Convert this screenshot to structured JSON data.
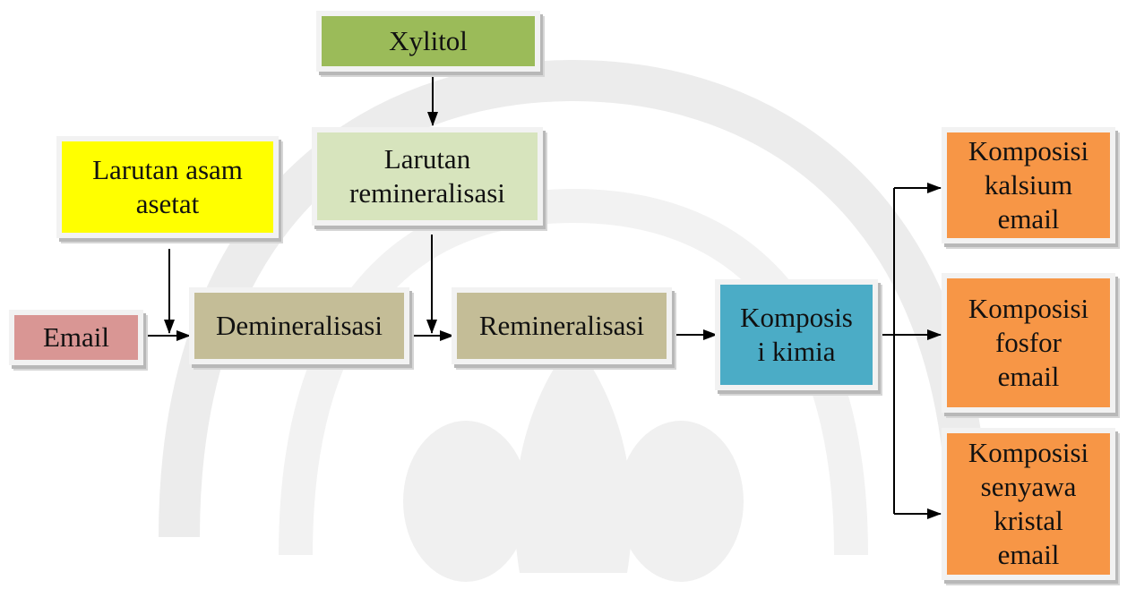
{
  "nodes": {
    "xylitol": {
      "label": "Xylitol",
      "color": "#9bbb59"
    },
    "larutan_asam_asetat": {
      "label": "Larutan asam\nasetat",
      "color": "#ffff00"
    },
    "larutan_remineralisasi": {
      "label": "Larutan\nremineralisasi",
      "color": "#d7e4bd"
    },
    "email": {
      "label": "Email",
      "color": "#d99694"
    },
    "demineralisasi": {
      "label": "Demineralisasi",
      "color": "#c4bd97"
    },
    "remineralisasi": {
      "label": "Remineralisasi",
      "color": "#c4bd97"
    },
    "komposisi_kimia": {
      "label": "Komposis\ni kimia",
      "color": "#4bacc6"
    },
    "komposisi_kalsium_email": {
      "label": "Komposisi\nkalsium\nemail",
      "color": "#f79646"
    },
    "komposisi_fosfor_email": {
      "label": "Komposisi\nfosfor\nemail",
      "color": "#f79646"
    },
    "komposisi_senyawa_kristal_email": {
      "label": "Komposisi\nsenyawa\nkristal\nemail",
      "color": "#f79646"
    }
  },
  "edges": [
    {
      "from": "xylitol",
      "to": "larutan_remineralisasi"
    },
    {
      "from": "email",
      "to": "demineralisasi"
    },
    {
      "from": "larutan_asam_asetat",
      "to": "demineralisasi"
    },
    {
      "from": "demineralisasi",
      "to": "remineralisasi"
    },
    {
      "from": "larutan_remineralisasi",
      "to": "remineralisasi"
    },
    {
      "from": "remineralisasi",
      "to": "komposisi_kimia"
    },
    {
      "from": "komposisi_kimia",
      "to": "komposisi_kalsium_email"
    },
    {
      "from": "komposisi_kimia",
      "to": "komposisi_fosfor_email"
    },
    {
      "from": "komposisi_kimia",
      "to": "komposisi_senyawa_kristal_email"
    }
  ]
}
